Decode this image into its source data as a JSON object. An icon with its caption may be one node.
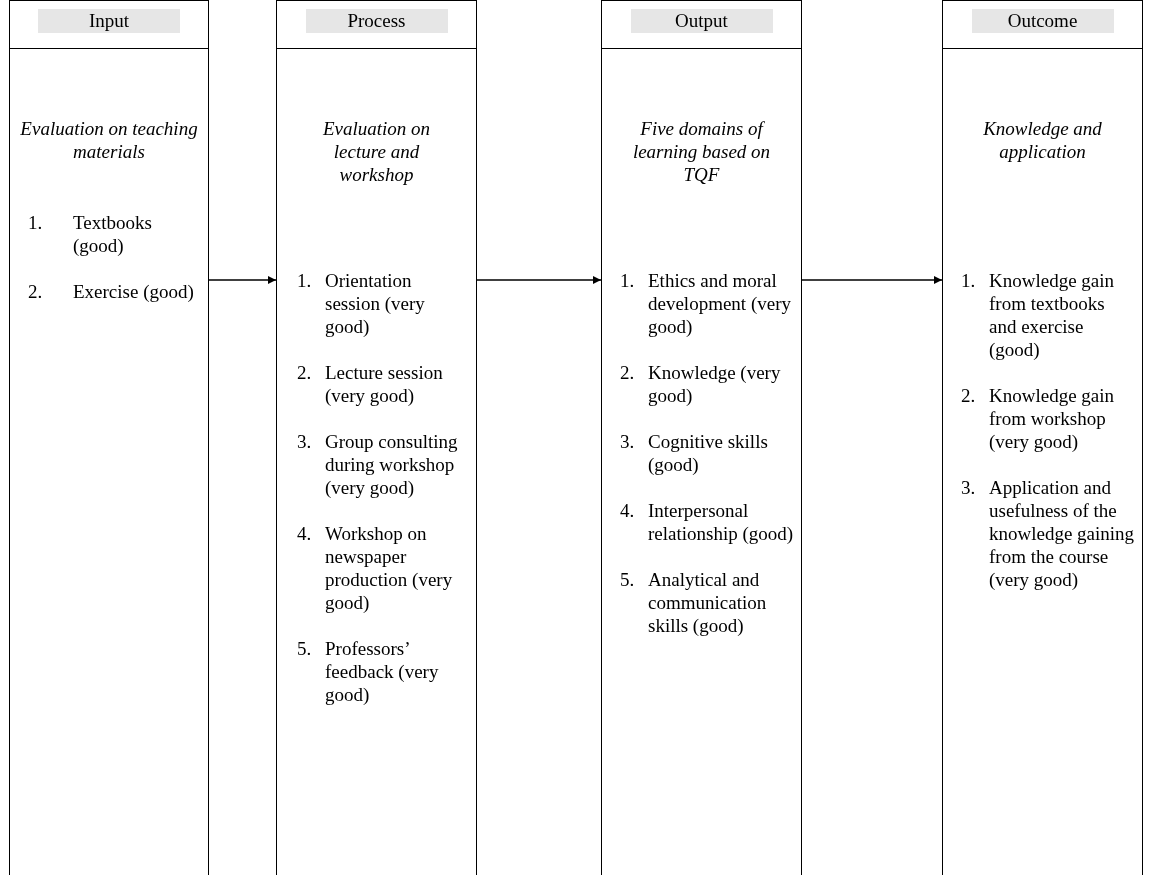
{
  "diagram": {
    "nodes": [
      {
        "text": [
          "Input",
          "Evaluation on teaching materials",
          "1.",
          "Textbooks (good)",
          "2.",
          "Exercise (good)"
        ]
      },
      {
        "text": [
          "Process",
          "Evaluation on lecture and workshop",
          "1.",
          "Orientation session (very good)",
          "2.",
          "Lecture session (very good)",
          "3.",
          "Group consulting during workshop (very good)",
          "4.",
          "Workshop on newspaper production (very good)",
          "5.",
          "Professors’ feedback (very good)"
        ]
      },
      {
        "text": [
          "Output",
          "Five domains of learning based on TQF",
          "1.",
          "Ethics and moral development (very good)",
          "2.",
          "Knowledge (very good)",
          "3.",
          "Cognitive skills (good)",
          "4.",
          "Interpersonal relationship (good)",
          "5.",
          "Analytical and communication skills (good)"
        ]
      },
      {
        "text": [
          "Outcome",
          "Knowledge and application",
          "1.",
          "Knowledge gain from textbooks and exercise (good)",
          "2.",
          "Knowledge gain from workshop (very good)",
          "3.",
          "Application and usefulness of the knowledge gaining from the course (very good)"
        ]
      }
    ],
    "edges": [
      {
        "from": 0,
        "to": 1,
        "arrow": "to"
      },
      {
        "from": 1,
        "to": 2,
        "arrow": "to"
      },
      {
        "from": 2,
        "to": 3,
        "arrow": "to"
      }
    ]
  }
}
